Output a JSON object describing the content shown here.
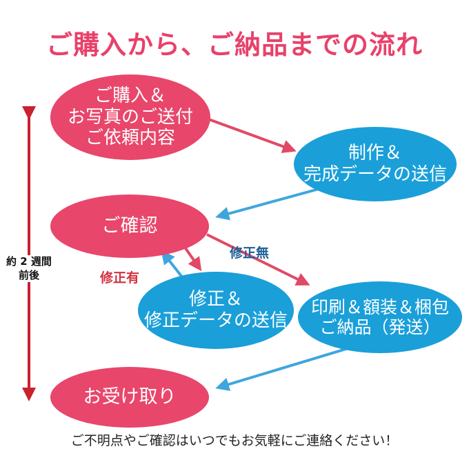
{
  "title": "ご購入から、ご納品までの流れ",
  "nodes": {
    "order": "ご購入＆\nお写真のご送付\nご依頼内容",
    "produce": "制作＆\n完成データの送信",
    "confirm": "ご確認",
    "revise": "修正＆\n修正データの送信",
    "print": "印刷＆額装＆梱包\nご納品（発送）",
    "receive": "お受け取り"
  },
  "labels": {
    "no_change": "修正無",
    "change": "修正有",
    "period": "約 2 週間\n前後"
  },
  "footer": "ご不明点やご確認はいつでもお気軽にご連絡ください！",
  "colors": {
    "title": "#e8416a",
    "pink": "#e8466b",
    "blue": "#1a9fd9",
    "pink_arrow": "#e04a66",
    "blue_arrow": "#3fa6dd",
    "timeline": "#c9212e"
  }
}
